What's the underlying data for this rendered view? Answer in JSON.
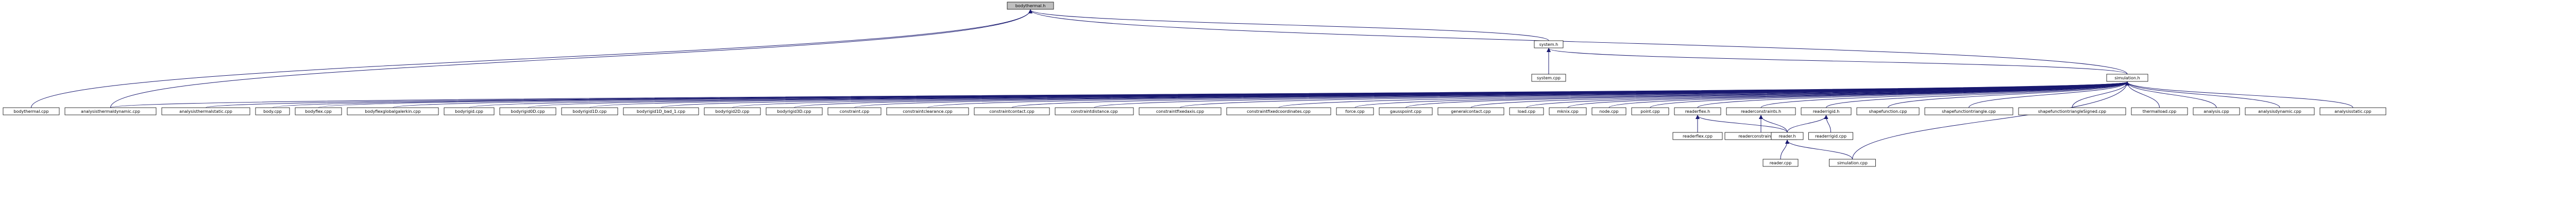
{
  "diagram": {
    "root": "bodythermal.h",
    "nodes": [
      {
        "id": "bodythermal_h",
        "label": "bodythermal.h",
        "highlight": true
      },
      {
        "id": "system_h",
        "label": "system.h"
      },
      {
        "id": "system_cpp",
        "label": "system.cpp"
      },
      {
        "id": "simulation_h",
        "label": "simulation.h"
      },
      {
        "id": "bodythermal_cpp",
        "label": "bodythermal.cpp"
      },
      {
        "id": "analysisthermaldynamic_cpp",
        "label": "analysisthermaldynamic.cpp"
      },
      {
        "id": "analysisthermalstatic_cpp",
        "label": "analysisthermalstatic.cpp"
      },
      {
        "id": "body_cpp",
        "label": "body.cpp"
      },
      {
        "id": "bodyflex_cpp",
        "label": "bodyflex.cpp"
      },
      {
        "id": "bodyflexglobalgalerkin_cpp",
        "label": "bodyflexglobalgalerkin.cpp"
      },
      {
        "id": "bodyrigid_cpp",
        "label": "bodyrigid.cpp"
      },
      {
        "id": "bodyrigid0d_cpp",
        "label": "bodyrigid0D.cpp"
      },
      {
        "id": "bodyrigid1d_cpp",
        "label": "bodyrigid1D.cpp"
      },
      {
        "id": "bodyrigid1d_bad_1_cpp",
        "label": "bodyrigid1D_bad_1.cpp"
      },
      {
        "id": "bodyrigid2d_cpp",
        "label": "bodyrigid2D.cpp"
      },
      {
        "id": "bodyrigid3d_cpp",
        "label": "bodyrigid3D.cpp"
      },
      {
        "id": "constraint_cpp",
        "label": "constraint.cpp"
      },
      {
        "id": "constraintclearance_cpp",
        "label": "constraintclearance.cpp"
      },
      {
        "id": "constraintcontact_cpp",
        "label": "constraintcontact.cpp"
      },
      {
        "id": "constraintdistance_cpp",
        "label": "constraintdistance.cpp"
      },
      {
        "id": "constraintfixedaxis_cpp",
        "label": "constraintfixedaxis.cpp"
      },
      {
        "id": "constraintfixedcoordinates_cpp",
        "label": "constraintfixedcoordinates.cpp"
      },
      {
        "id": "force_cpp",
        "label": "force.cpp"
      },
      {
        "id": "gausspoint_cpp",
        "label": "gausspoint.cpp"
      },
      {
        "id": "generalcontact_cpp",
        "label": "generalcontact.cpp"
      },
      {
        "id": "load_cpp",
        "label": "load.cpp"
      },
      {
        "id": "mknix_cpp",
        "label": "mknix.cpp"
      },
      {
        "id": "node_cpp",
        "label": "node.cpp"
      },
      {
        "id": "point_cpp",
        "label": "point.cpp"
      },
      {
        "id": "readerflex_h",
        "label": "readerflex.h"
      },
      {
        "id": "readerconstraints_h",
        "label": "readerconstraints.h"
      },
      {
        "id": "readerrigid_h",
        "label": "readerrigid.h"
      },
      {
        "id": "shapefunction_cpp",
        "label": "shapefunction.cpp"
      },
      {
        "id": "shapefunctiontriangle_cpp",
        "label": "shapefunctiontriangle.cpp"
      },
      {
        "id": "shapefunctiontrianglesigned_cpp",
        "label": "shapefunctiontriangleSigned.cpp"
      },
      {
        "id": "thermalload_cpp",
        "label": "thermalload.cpp"
      },
      {
        "id": "analysis_cpp",
        "label": "analysis.cpp"
      },
      {
        "id": "analysisdynamic_cpp",
        "label": "analysisdynamic.cpp"
      },
      {
        "id": "analysisstatic_cpp",
        "label": "analysisstatic.cpp"
      },
      {
        "id": "readerflex_cpp",
        "label": "readerflex.cpp"
      },
      {
        "id": "readerconstraints_cpp",
        "label": "readerconstraints.cpp"
      },
      {
        "id": "reader_h",
        "label": "reader.h"
      },
      {
        "id": "readerrigid_cpp",
        "label": "readerrigid.cpp"
      },
      {
        "id": "reader_cpp",
        "label": "reader.cpp"
      },
      {
        "id": "simulation_cpp",
        "label": "simulation.cpp"
      }
    ],
    "edges": [
      [
        "system_h",
        "bodythermal_h"
      ],
      [
        "bodythermal_cpp",
        "bodythermal_h"
      ],
      [
        "analysisthermaldynamic_cpp",
        "bodythermal_h"
      ],
      [
        "simulation_h",
        "bodythermal_h"
      ],
      [
        "system_cpp",
        "system_h"
      ],
      [
        "simulation_h",
        "system_h"
      ],
      [
        "analysisthermaldynamic_cpp",
        "simulation_h"
      ],
      [
        "analysisthermalstatic_cpp",
        "simulation_h"
      ],
      [
        "body_cpp",
        "simulation_h"
      ],
      [
        "bodyflex_cpp",
        "simulation_h"
      ],
      [
        "bodyflexglobalgalerkin_cpp",
        "simulation_h"
      ],
      [
        "bodyrigid_cpp",
        "simulation_h"
      ],
      [
        "bodyrigid0d_cpp",
        "simulation_h"
      ],
      [
        "bodyrigid1d_cpp",
        "simulation_h"
      ],
      [
        "bodyrigid1d_bad_1_cpp",
        "simulation_h"
      ],
      [
        "bodyrigid2d_cpp",
        "simulation_h"
      ],
      [
        "bodyrigid3d_cpp",
        "simulation_h"
      ],
      [
        "constraint_cpp",
        "simulation_h"
      ],
      [
        "constraintclearance_cpp",
        "simulation_h"
      ],
      [
        "constraintcontact_cpp",
        "simulation_h"
      ],
      [
        "constraintdistance_cpp",
        "simulation_h"
      ],
      [
        "constraintfixedaxis_cpp",
        "simulation_h"
      ],
      [
        "constraintfixedcoordinates_cpp",
        "simulation_h"
      ],
      [
        "force_cpp",
        "simulation_h"
      ],
      [
        "gausspoint_cpp",
        "simulation_h"
      ],
      [
        "generalcontact_cpp",
        "simulation_h"
      ],
      [
        "load_cpp",
        "simulation_h"
      ],
      [
        "mknix_cpp",
        "simulation_h"
      ],
      [
        "node_cpp",
        "simulation_h"
      ],
      [
        "point_cpp",
        "simulation_h"
      ],
      [
        "readerflex_h",
        "simulation_h"
      ],
      [
        "readerconstraints_h",
        "simulation_h"
      ],
      [
        "readerrigid_h",
        "simulation_h"
      ],
      [
        "shapefunction_cpp",
        "simulation_h"
      ],
      [
        "shapefunctiontriangle_cpp",
        "simulation_h"
      ],
      [
        "shapefunctiontrianglesigned_cpp",
        "simulation_h"
      ],
      [
        "thermalload_cpp",
        "simulation_h"
      ],
      [
        "analysis_cpp",
        "simulation_h"
      ],
      [
        "analysisdynamic_cpp",
        "simulation_h"
      ],
      [
        "analysisstatic_cpp",
        "simulation_h"
      ],
      [
        "simulation_cpp",
        "simulation_h"
      ],
      [
        "readerflex_cpp",
        "readerflex_h"
      ],
      [
        "reader_h",
        "readerflex_h"
      ],
      [
        "readerconstraints_cpp",
        "readerconstraints_h"
      ],
      [
        "reader_h",
        "readerconstraints_h"
      ],
      [
        "reader_h",
        "readerrigid_h"
      ],
      [
        "readerrigid_cpp",
        "readerrigid_h"
      ],
      [
        "reader_cpp",
        "reader_h"
      ],
      [
        "simulation_cpp",
        "reader_h"
      ]
    ]
  },
  "colors": {
    "edge": "#191970",
    "node_border": "#000000",
    "node_fill": "#ffffff",
    "highlight_fill": "#bfbfbf",
    "text": "#000000"
  }
}
